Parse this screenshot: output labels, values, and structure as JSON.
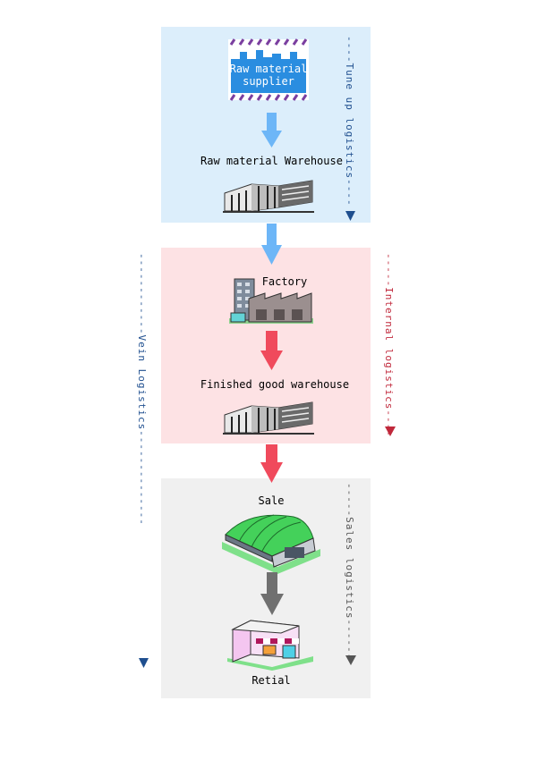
{
  "nodes": {
    "supplier": "Raw material\nsupplier",
    "raw_warehouse": "Raw material Warehouse",
    "factory": "Factory",
    "finished_warehouse": "Finished good warehouse",
    "sale": "Sale",
    "retial": "Retial"
  },
  "side_labels": {
    "tune_up": "----Tune up logistics----",
    "internal": "-----Internal logistics----",
    "sales": "-----Sales logistics------",
    "vein": "------------Vein Logistics--------------"
  },
  "colors": {
    "panel_blue": "#dceefb",
    "panel_pink": "#fde2e4",
    "panel_gray": "#f0f0f0",
    "arrow_blue": "#6db6f7",
    "arrow_red": "#f04a5c",
    "arrow_gray": "#707070",
    "label_blue": "#1f4f8f",
    "label_red": "#c0283b",
    "label_gray": "#555555",
    "supplier_fill": "#2a8de0"
  }
}
